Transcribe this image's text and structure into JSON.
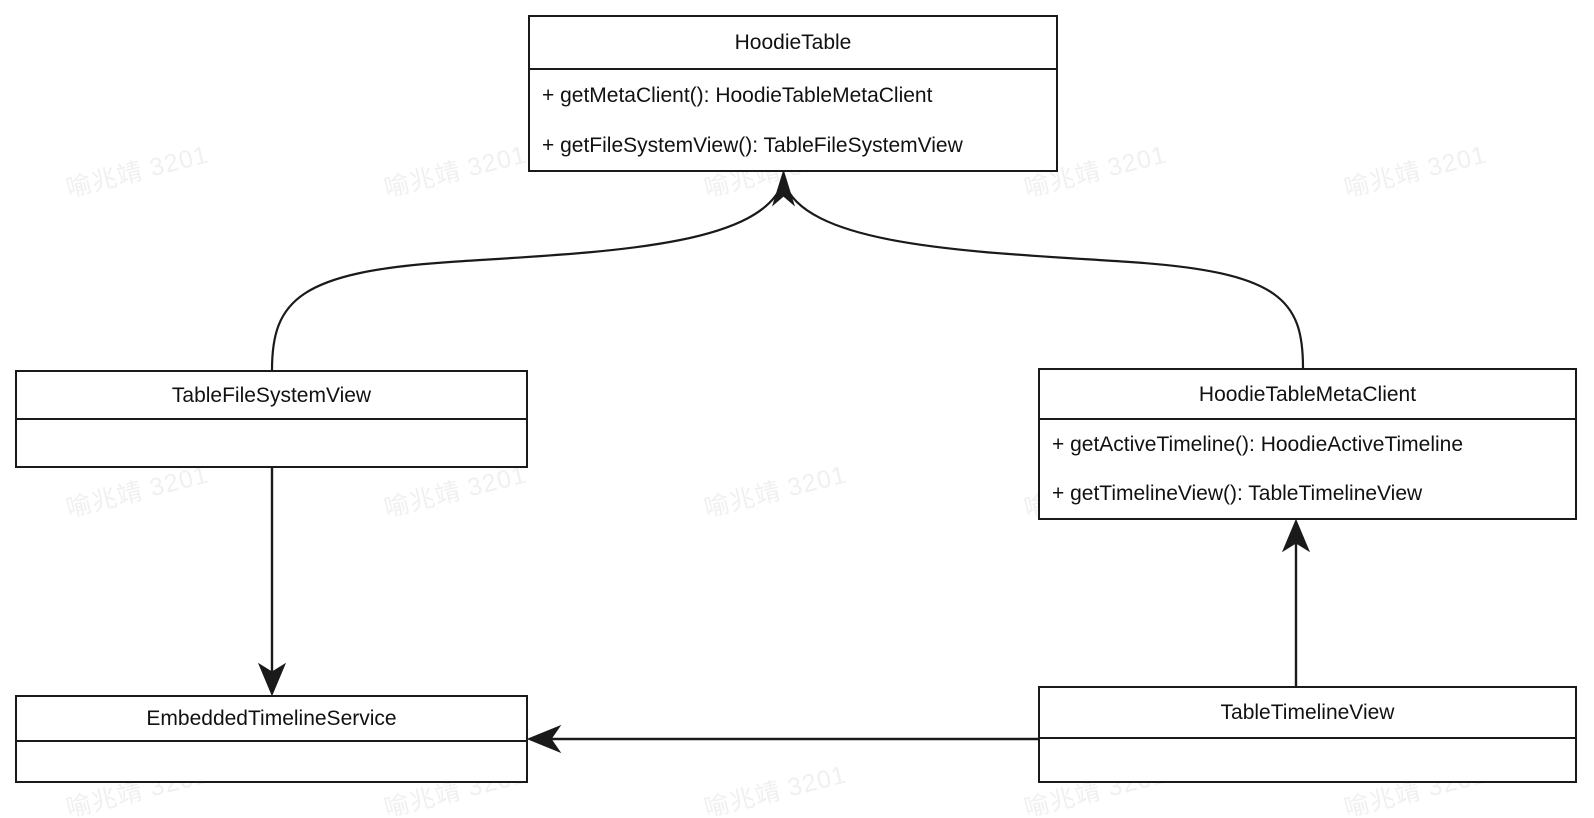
{
  "diagram": {
    "type": "uml-class-diagram",
    "background_color": "#ffffff",
    "line_color": "#1a1a1a",
    "text_color": "#111111",
    "watermark": {
      "text": "喻兆靖 3201",
      "color": "#f0f0f0",
      "rotation_deg": -14
    }
  },
  "classes": [
    {
      "id": "hoodie-table",
      "name": "HoodieTable",
      "members": [
        "+ getMetaClient(): HoodieTableMetaClient",
        "+ getFileSystemView(): TableFileSystemView"
      ]
    },
    {
      "id": "table-file-system-view",
      "name": "TableFileSystemView",
      "members": []
    },
    {
      "id": "hoodie-table-meta-client",
      "name": "HoodieTableMetaClient",
      "members": [
        "+ getActiveTimeline(): HoodieActiveTimeline",
        "+ getTimelineView(): TableTimelineView"
      ]
    },
    {
      "id": "embedded-timeline-service",
      "name": "EmbeddedTimelineService",
      "members": []
    },
    {
      "id": "table-timeline-view",
      "name": "TableTimelineView",
      "members": []
    }
  ],
  "relationships": [
    {
      "id": "fsview-to-hoodietable",
      "from": "TableFileSystemView",
      "to": "HoodieTable",
      "style": "curved",
      "arrow": "solid-triangle-open"
    },
    {
      "id": "metaclient-to-hoodietable",
      "from": "HoodieTableMetaClient",
      "to": "HoodieTable",
      "style": "curved",
      "arrow": "solid-triangle-open"
    },
    {
      "id": "fsview-to-embedded",
      "from": "TableFileSystemView",
      "to": "EmbeddedTimelineService",
      "style": "straight-vertical",
      "arrow": "solid-triangle-open"
    },
    {
      "id": "timelineview-to-metaclient",
      "from": "TableTimelineView",
      "to": "HoodieTableMetaClient",
      "style": "straight-vertical",
      "arrow": "solid-triangle-open"
    },
    {
      "id": "timelineview-to-embedded",
      "from": "TableTimelineView",
      "to": "EmbeddedTimelineService",
      "style": "straight-horizontal",
      "arrow": "solid-triangle-open"
    }
  ]
}
